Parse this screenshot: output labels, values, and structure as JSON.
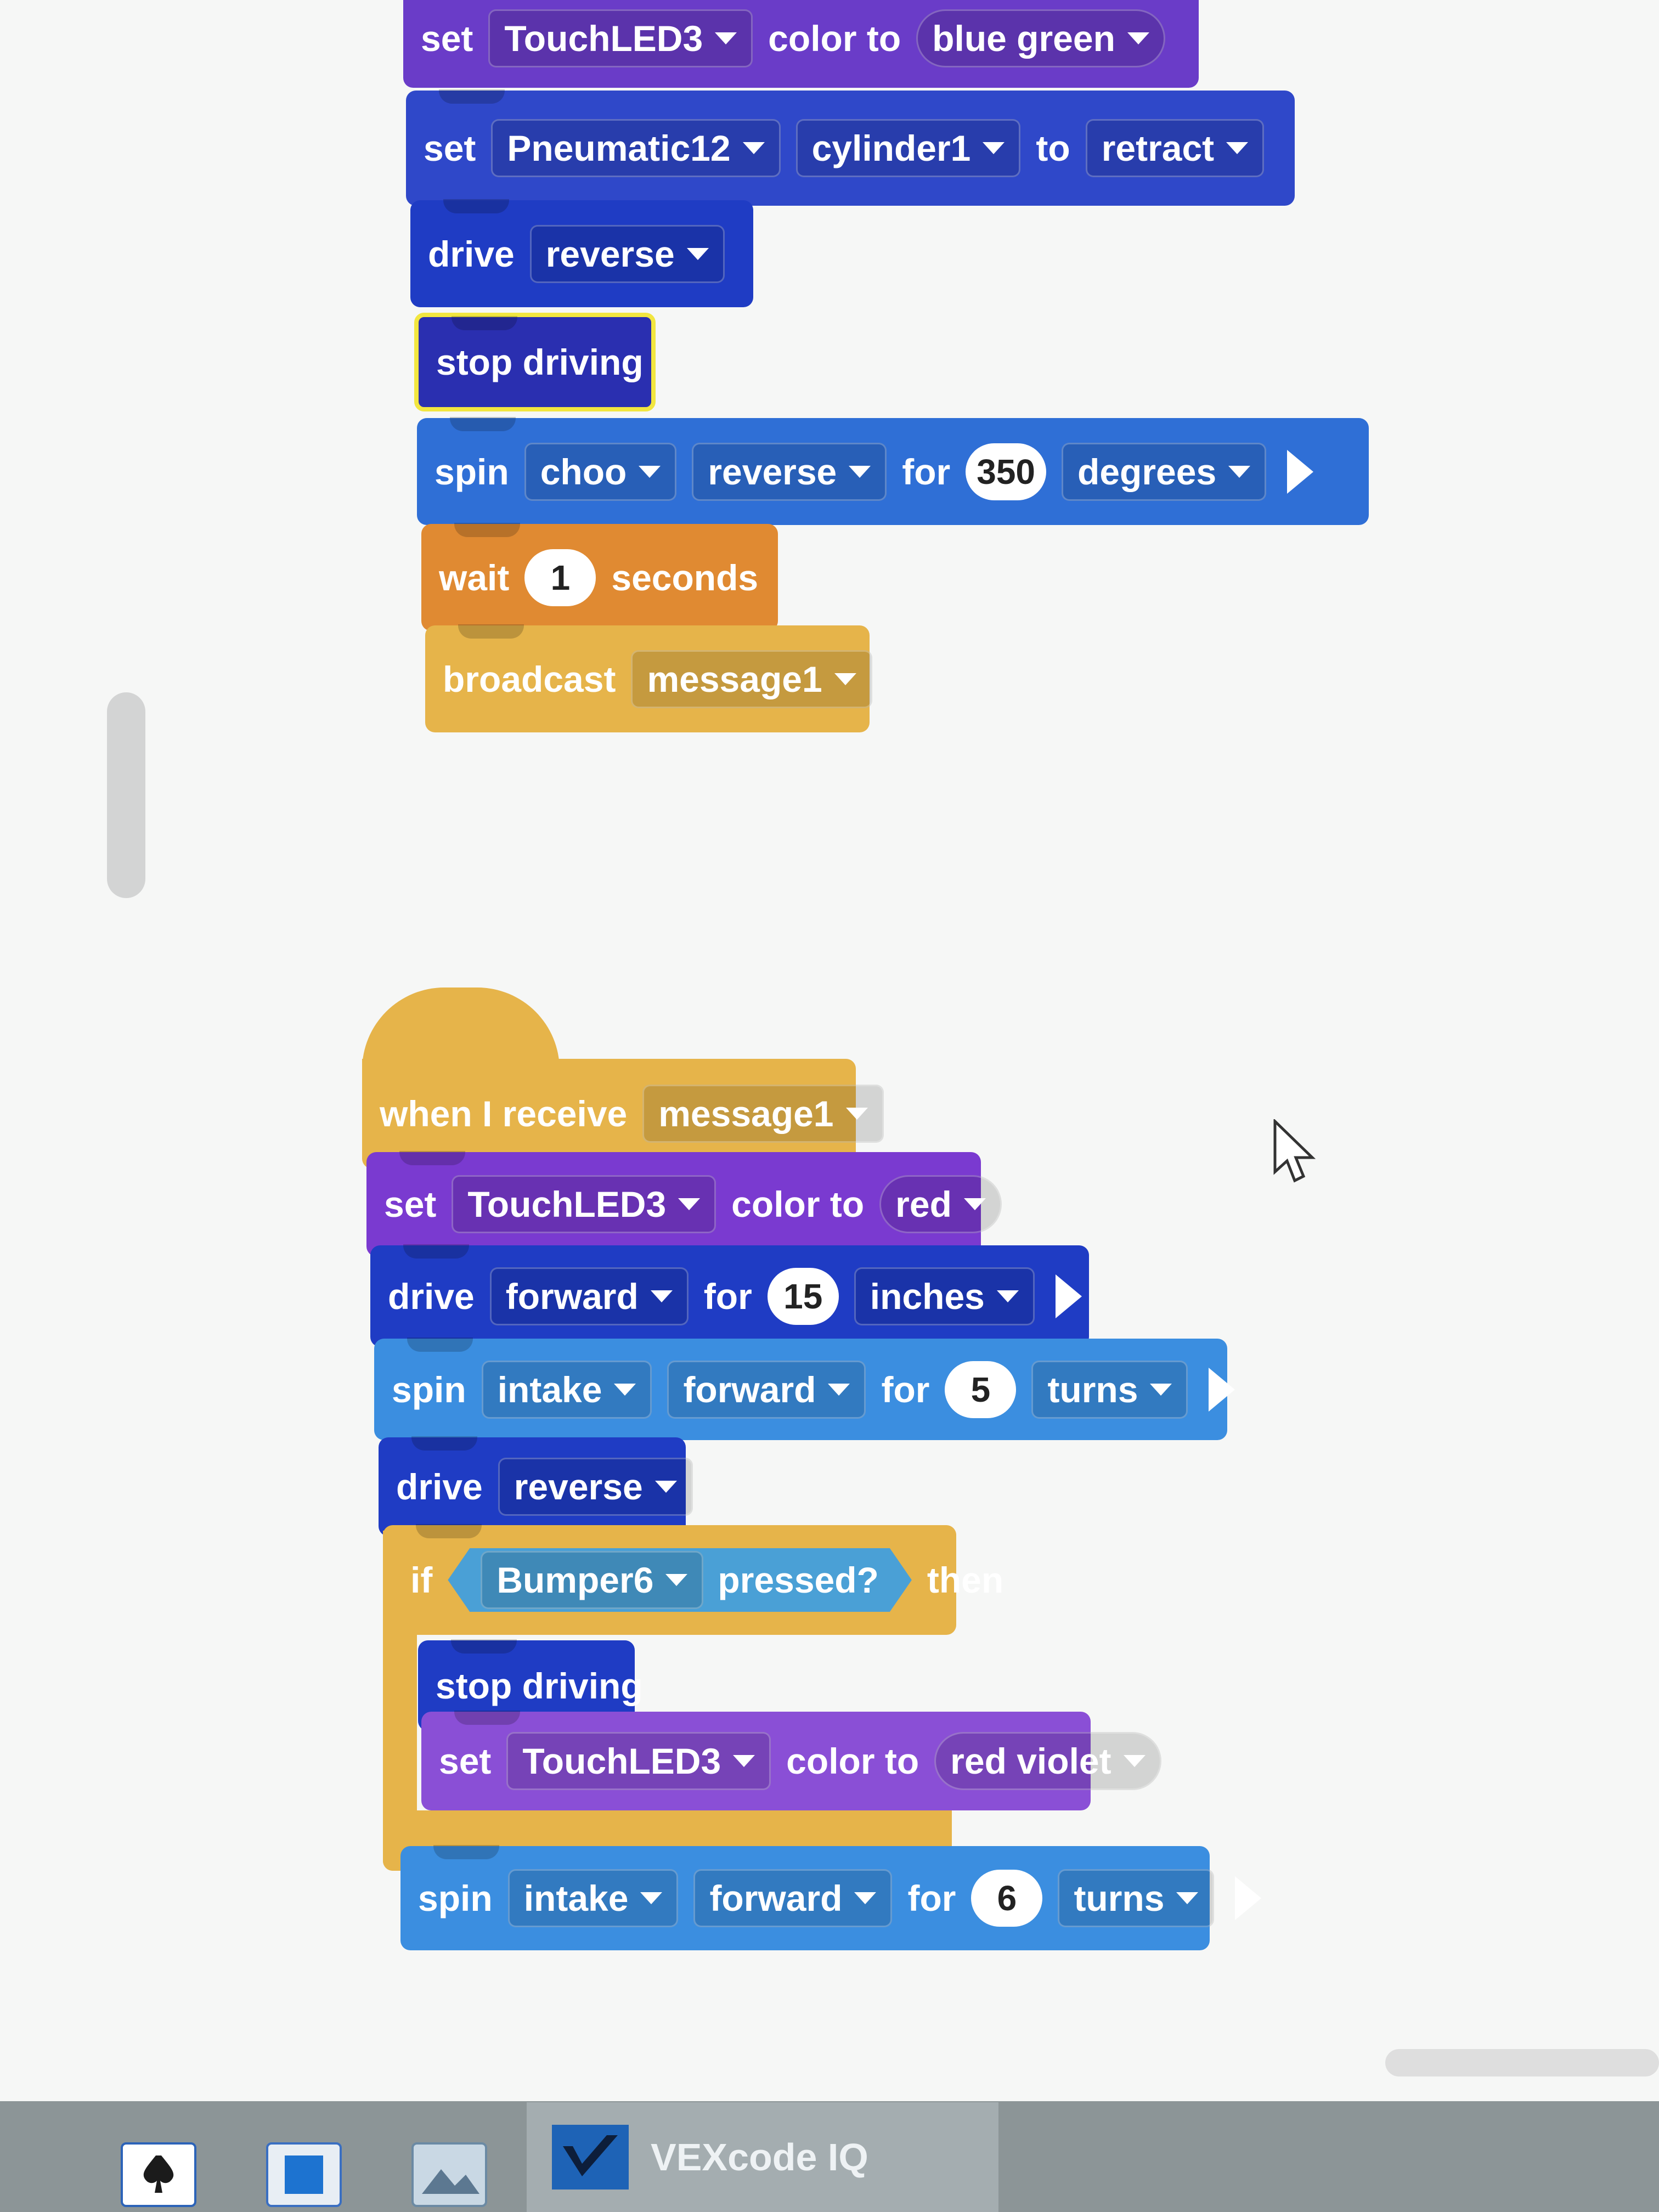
{
  "colors": {
    "looks": "#6a3cc8",
    "pneumatic": "#2f48c9",
    "drivetrain": "#1f3cc4",
    "motion": "#2f6fd6",
    "motion_light": "#3b8ee0",
    "control": "#e08a32",
    "events": "#e6b44a",
    "sensing": "#4aa0d6"
  },
  "script1": {
    "b1": {
      "set": "set",
      "device": "TouchLED3",
      "color_to": "color to",
      "color": "blue green"
    },
    "b2": {
      "set": "set",
      "device": "Pneumatic12",
      "cylinder": "cylinder1",
      "to": "to",
      "action": "retract"
    },
    "b3": {
      "drive": "drive",
      "direction": "reverse"
    },
    "b4": {
      "label": "stop driving"
    },
    "b5": {
      "spin": "spin",
      "motor": "choo",
      "direction": "reverse",
      "for": "for",
      "amount": "350",
      "unit": "degrees"
    },
    "b6": {
      "wait": "wait",
      "amount": "1",
      "unit": "seconds"
    },
    "b7": {
      "broadcast": "broadcast",
      "message": "message1"
    }
  },
  "script2": {
    "hat": {
      "when": "when I receive",
      "message": "message1"
    },
    "b1": {
      "set": "set",
      "device": "TouchLED3",
      "color_to": "color to",
      "color": "red"
    },
    "b2": {
      "drive": "drive",
      "direction": "forward",
      "for": "for",
      "amount": "15",
      "unit": "inches"
    },
    "b3": {
      "spin": "spin",
      "motor": "intake",
      "direction": "forward",
      "for": "for",
      "amount": "5",
      "unit": "turns"
    },
    "b4": {
      "drive": "drive",
      "direction": "reverse"
    },
    "if": {
      "if": "if",
      "sensor": "Bumper6",
      "pressed": "pressed?",
      "then": "then"
    },
    "inner1": {
      "label": "stop driving"
    },
    "inner2": {
      "set": "set",
      "device": "TouchLED3",
      "color_to": "color to",
      "color": "red violet"
    },
    "b5": {
      "spin": "spin",
      "motor": "intake",
      "direction": "forward",
      "for": "for",
      "amount": "6",
      "unit": "turns"
    }
  },
  "taskbar": {
    "app_title": "VEXcode IQ",
    "icons": [
      "solitaire-icon",
      "window-icon",
      "photos-icon",
      "vexcode-icon"
    ]
  }
}
